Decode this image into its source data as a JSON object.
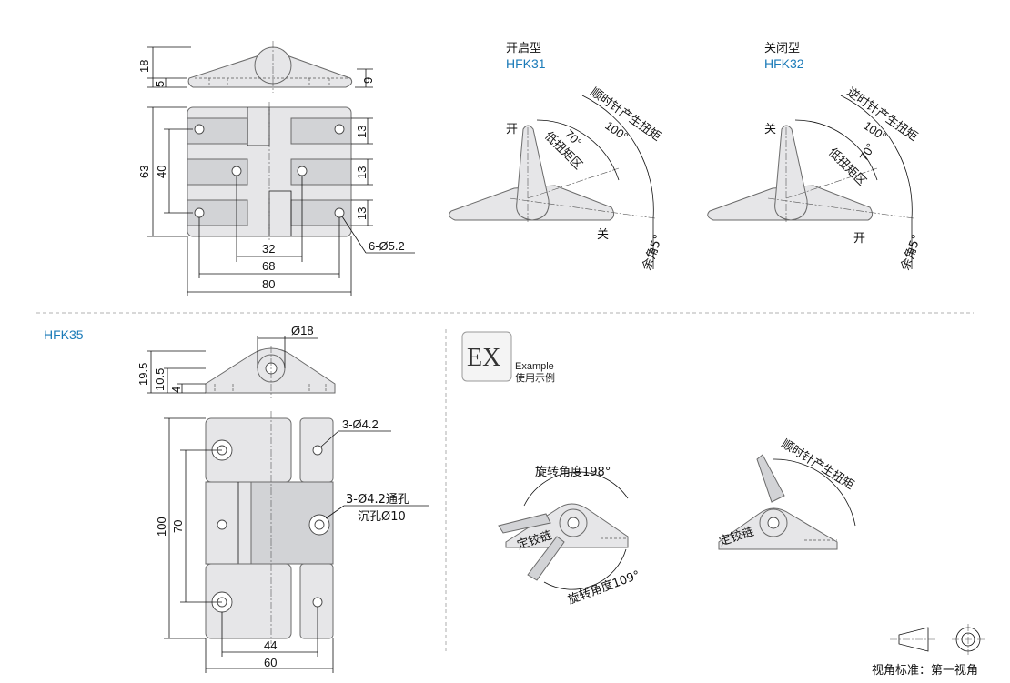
{
  "top_left": {
    "dims": {
      "h18": "18",
      "h5": "5",
      "h9": "9",
      "h63": "63",
      "h40": "40",
      "h13a": "13",
      "h13b": "13",
      "h13c": "13",
      "w32": "32",
      "w68": "68",
      "w80": "80",
      "holes": "6-Ø5.2"
    }
  },
  "open_type": {
    "title": "开启型",
    "code": "HFK31",
    "label_open": "开",
    "label_close": "关",
    "cw_torque": "顺时针产生扭矩",
    "deg100": "100°",
    "deg70": "70°",
    "low_torque": "低扭矩区",
    "margin": "余角5°"
  },
  "close_type": {
    "title": "关闭型",
    "code": "HFK32",
    "label_close": "关",
    "label_open": "开",
    "ccw_torque": "逆时针产生扭矩",
    "deg100": "100°",
    "deg70": "70°",
    "low_torque": "低扭矩区",
    "margin": "余角5°"
  },
  "hfk35": {
    "code": "HFK35",
    "dims": {
      "d18": "Ø18",
      "h195": "19.5",
      "h105": "10.5",
      "h4": "4",
      "h100": "100",
      "h70": "70",
      "w44": "44",
      "w60": "60",
      "holes_a": "3-Ø4.2",
      "holes_b": "3-Ø4.2通孔",
      "counterbore": "沉孔Ø10"
    }
  },
  "example": {
    "badge": "EX",
    "en": "Example",
    "cn": "使用示例",
    "rot198": "旋转角度198°",
    "rot109": "旋转角度109°",
    "fixed_left": "定铰链",
    "fixed_right": "定铰链",
    "cw_torque": "顺时针产生扭矩"
  },
  "projection": {
    "label": "视角标准：第一视角"
  }
}
